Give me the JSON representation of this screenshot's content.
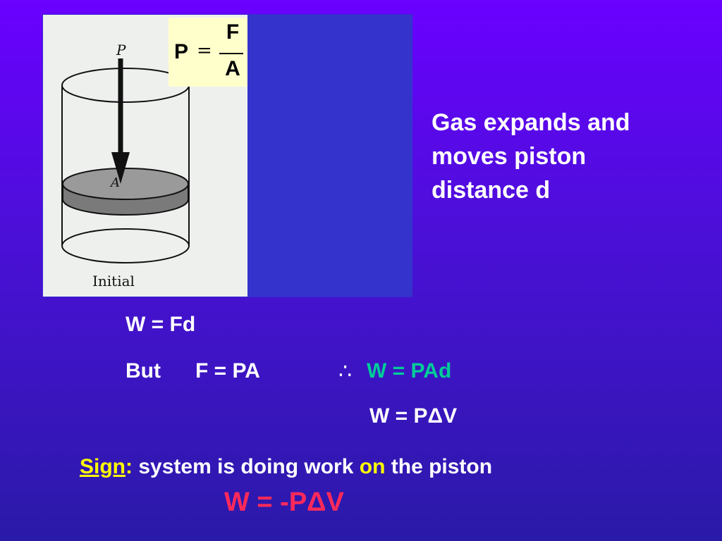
{
  "figure": {
    "formula": {
      "lhs": "P",
      "equals": "=",
      "numerator": "F",
      "denominator": "A"
    },
    "pressure_label": "P",
    "area_label": "A",
    "caption": "Initial"
  },
  "description": {
    "lines": [
      "Gas expands and",
      "moves piston",
      "distance d"
    ]
  },
  "equations": {
    "work_force": "W = Fd",
    "but_word": "But",
    "force_pressure": "F = PA",
    "therefore_symbol": "∴",
    "work_pad": "W = PAd",
    "work_pdv": "W = PΔV"
  },
  "sign_note": {
    "label": "Sign",
    "colon": ":",
    "text_before": " system is doing work ",
    "highlight": "on",
    "text_after": " the piston",
    "result": "W = -PΔV"
  },
  "colors": {
    "background_top": "#6a00ff",
    "background_bottom": "#2a1aa8",
    "green": "#00cc99",
    "yellow": "#ffff00",
    "red": "#ff2a5a"
  }
}
